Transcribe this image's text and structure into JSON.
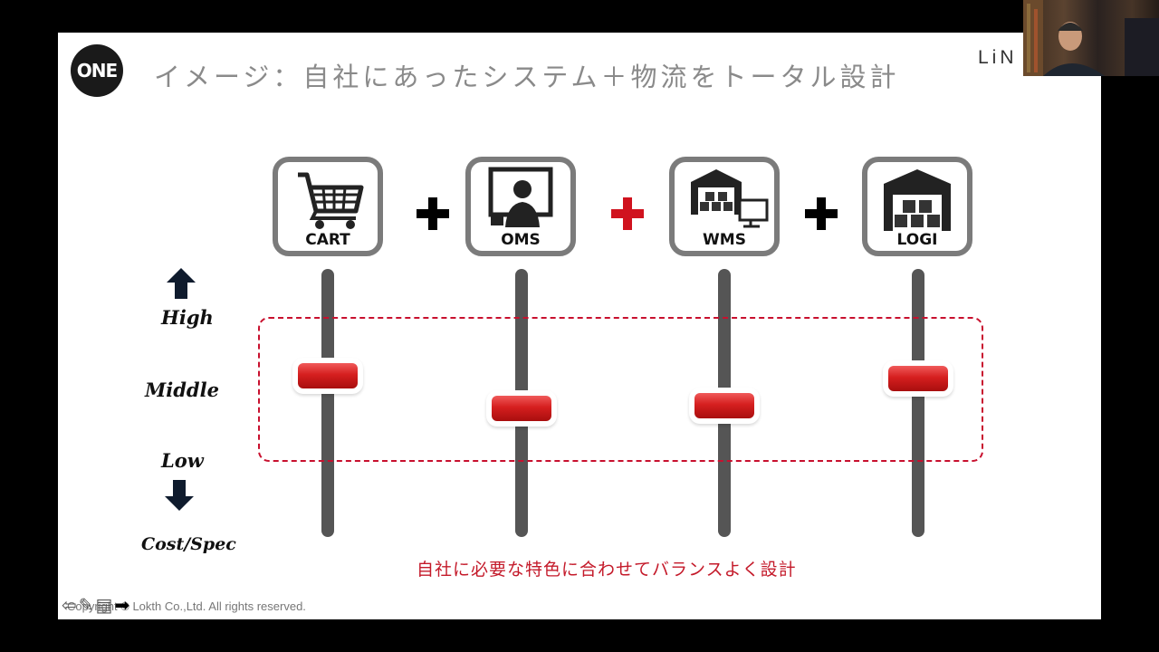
{
  "slide": {
    "logo_text": "ONE",
    "title": "イメージ：自社にあったシステム＋物流をトータル設計",
    "brand": "LiN",
    "icons": [
      {
        "label": "CART",
        "icon": "cart-icon"
      },
      {
        "label": "OMS",
        "icon": "operator-screen-icon"
      },
      {
        "label": "WMS",
        "icon": "warehouse-computer-icon"
      },
      {
        "label": "LOGI",
        "icon": "warehouse-icon"
      }
    ],
    "plus_colors": [
      "#000000",
      "#d0121e",
      "#000000"
    ],
    "levels": {
      "high": "High",
      "middle": "Middle",
      "low": "Low",
      "axis": "Cost/Spec"
    },
    "caption": "自社に必要な特色に合わせてバランスよく設計",
    "footer": "Copyright © Lokth Co.,Ltd. All rights reserved.",
    "accent_color": "#c8102e"
  },
  "sliders": [
    {
      "name": "CART",
      "level": "Middle",
      "position": 0.4
    },
    {
      "name": "OMS",
      "level": "Middle",
      "position": 0.52
    },
    {
      "name": "WMS",
      "level": "Middle",
      "position": 0.51
    },
    {
      "name": "LOGI",
      "level": "Middle",
      "position": 0.41
    }
  ]
}
